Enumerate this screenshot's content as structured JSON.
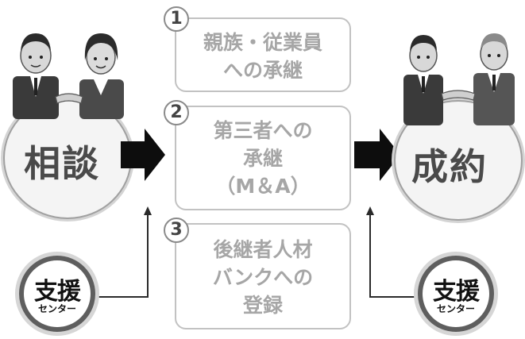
{
  "left_circle": {
    "label": "相談"
  },
  "right_circle": {
    "label": "成約"
  },
  "options": [
    {
      "number": "1",
      "lines": [
        "親族・従業員",
        "への承継"
      ]
    },
    {
      "number": "2",
      "lines": [
        "第三者への",
        "承継",
        "（M＆A）"
      ]
    },
    {
      "number": "3",
      "lines": [
        "後継者人材",
        "バンクへの",
        "登録"
      ]
    }
  ],
  "support_left": {
    "title": "支援",
    "subtitle": "センター"
  },
  "support_right": {
    "title": "支援",
    "subtitle": "センター"
  }
}
